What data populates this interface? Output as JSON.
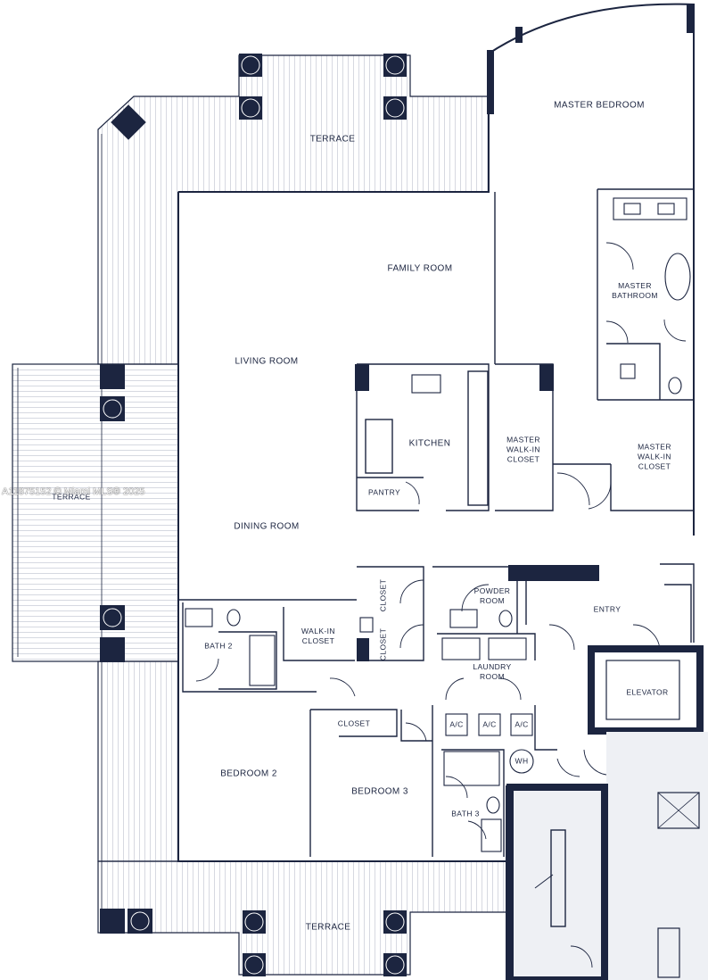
{
  "rooms": {
    "terrace_top": "TERRACE",
    "master_bedroom": "MASTER BEDROOM",
    "family_room": "FAMILY ROOM",
    "master_bathroom": "MASTER\nBATHROOM",
    "living_room": "LIVING ROOM",
    "kitchen": "KITCHEN",
    "master_walkin_closet_1": "MASTER\nWALK-IN\nCLOSET",
    "master_walkin_closet_2": "MASTER\nWALK-IN\nCLOSET",
    "terrace_left": "TERRACE",
    "pantry": "PANTRY",
    "dining_room": "DINING ROOM",
    "closet_a": "CLOSET",
    "closet_b": "CLOSET",
    "powder_room": "POWDER\nROOM",
    "entry": "ENTRY",
    "bath_2": "BATH 2",
    "walkin_closet": "WALK-IN\nCLOSET",
    "laundry_room": "LAUNDRY\nROOM",
    "elevator": "ELEVATOR",
    "closet_c": "CLOSET",
    "ac_1": "A/C",
    "ac_2": "A/C",
    "ac_3": "A/C",
    "wh": "WH",
    "bedroom_2": "BEDROOM 2",
    "bedroom_3": "BEDROOM 3",
    "bath_3": "BATH 3",
    "terrace_bottom": "TERRACE"
  },
  "watermark": "A11875152 © Miami MLS® 2025",
  "colors": {
    "line": "#1c2540",
    "fill": "#1c2540",
    "shaft": "#eef0f4"
  }
}
